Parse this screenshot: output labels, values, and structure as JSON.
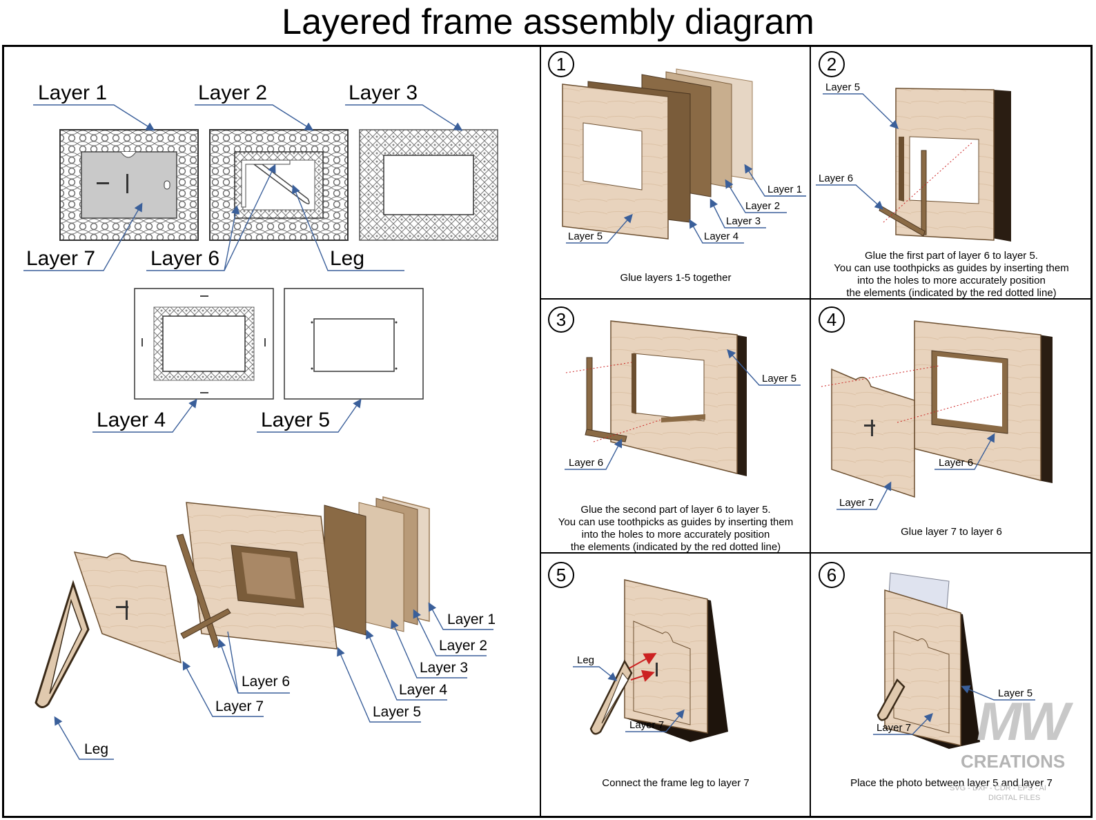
{
  "title": "Layered frame assembly diagram",
  "parts": {
    "layer1": "Layer 1",
    "layer2": "Layer 2",
    "layer3": "Layer 3",
    "layer4": "Layer 4",
    "layer5": "Layer 5",
    "layer6": "Layer 6",
    "layer7": "Layer 7",
    "leg": "Leg"
  },
  "steps": [
    {
      "number": "1",
      "caption": [
        "Glue layers 1-5 together"
      ]
    },
    {
      "number": "2",
      "caption": [
        "Glue the first part of layer 6 to layer 5.",
        "You can use toothpicks as guides by inserting them",
        "into the holes to more accurately position",
        "the elements (indicated by the red dotted line)"
      ]
    },
    {
      "number": "3",
      "caption": [
        "Glue the second part of layer 6 to layer 5.",
        "You can use toothpicks as guides by inserting them",
        "into the holes to more accurately position",
        "the elements (indicated by the red dotted line)"
      ]
    },
    {
      "number": "4",
      "caption": [
        "Glue layer 7 to layer 6"
      ]
    },
    {
      "number": "5",
      "caption": [
        "Connect the frame leg to layer 7"
      ]
    },
    {
      "number": "6",
      "caption": [
        "Place the photo between layer 5 and layer 7"
      ]
    }
  ],
  "logo": {
    "mark": "MW",
    "name": "CREATIONS",
    "formats": "SVG - DXF - CDR - EPS - AI",
    "sub": "DIGITAL FILES"
  },
  "colors": {
    "wood": "#e8d3bd",
    "wood_dark": "#8a6a45",
    "arrow": "#3a5f9a",
    "red": "#cc2222"
  }
}
